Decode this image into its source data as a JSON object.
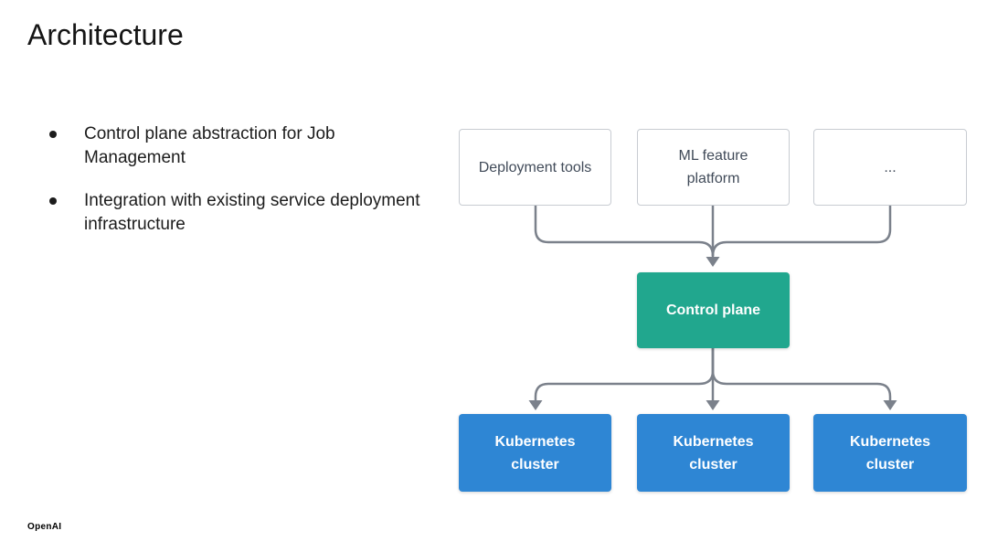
{
  "title": "Architecture",
  "bullets": [
    "Control plane abstraction for Job\nManagement",
    "Integration with existing service deployment\ninfrastructure"
  ],
  "diagram": {
    "sources": [
      "Deployment tools",
      "ML feature\nplatform",
      "..."
    ],
    "control": "Control plane",
    "clusters": [
      "Kubernetes\ncluster",
      "Kubernetes\ncluster",
      "Kubernetes\ncluster"
    ]
  },
  "footer": {
    "logo": "OpenAI"
  },
  "colors": {
    "accent_teal": "#21a78e",
    "accent_blue": "#2e86d4",
    "connector_gray": "#7b818b",
    "border_gray": "#c8ccd2",
    "label_gray": "#414b59"
  }
}
